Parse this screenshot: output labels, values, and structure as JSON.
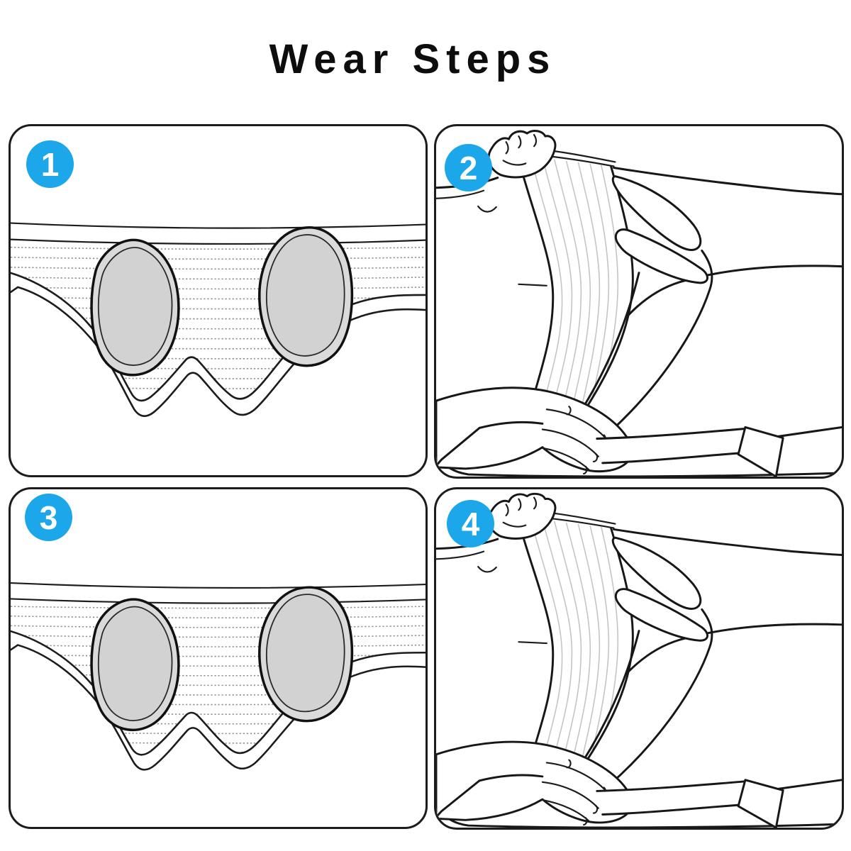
{
  "title": "Wear Steps",
  "colors": {
    "badge_blue": "#1BA7E9",
    "badge_number": "#FFFFFF",
    "outline": "#1C1C1C",
    "pad_ring": "#DADADA",
    "pad_fill": "#D2D2D2",
    "stitch_gray": "#8F8F8F",
    "band_stripe": "#C4C4C4",
    "background": "#FFFFFF"
  },
  "steps": [
    {
      "label": "1",
      "art": "belt-with-pads",
      "art_ref": "#art-pads"
    },
    {
      "label": "2",
      "art": "putting-on-belt",
      "art_ref": "#art-wear"
    },
    {
      "label": "3",
      "art": "belt-with-pads",
      "art_ref": "#art-pads"
    },
    {
      "label": "4",
      "art": "putting-on-belt",
      "art_ref": "#art-wear"
    }
  ]
}
